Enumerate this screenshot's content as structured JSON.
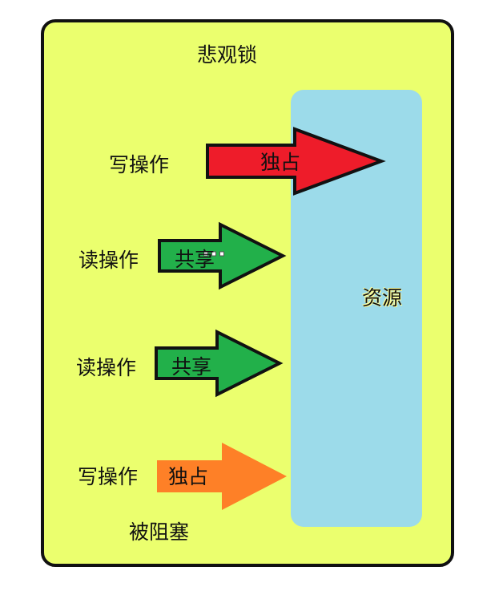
{
  "title": "悲观锁",
  "resource": {
    "label": "资源"
  },
  "operations": [
    {
      "label": "写操作",
      "arrow_label": "独占"
    },
    {
      "label": "读操作",
      "arrow_label": "共享"
    },
    {
      "label": "读操作",
      "arrow_label": "共享"
    },
    {
      "label": "写操作",
      "arrow_label": "独占",
      "note": "被阻塞"
    }
  ],
  "colors": {
    "background": "#ebff6e",
    "resource": "#9cdbea",
    "exclusive_active": "#ee1c2a",
    "shared": "#22b04a",
    "exclusive_blocked": "#fe8027",
    "outline": "#111111"
  }
}
